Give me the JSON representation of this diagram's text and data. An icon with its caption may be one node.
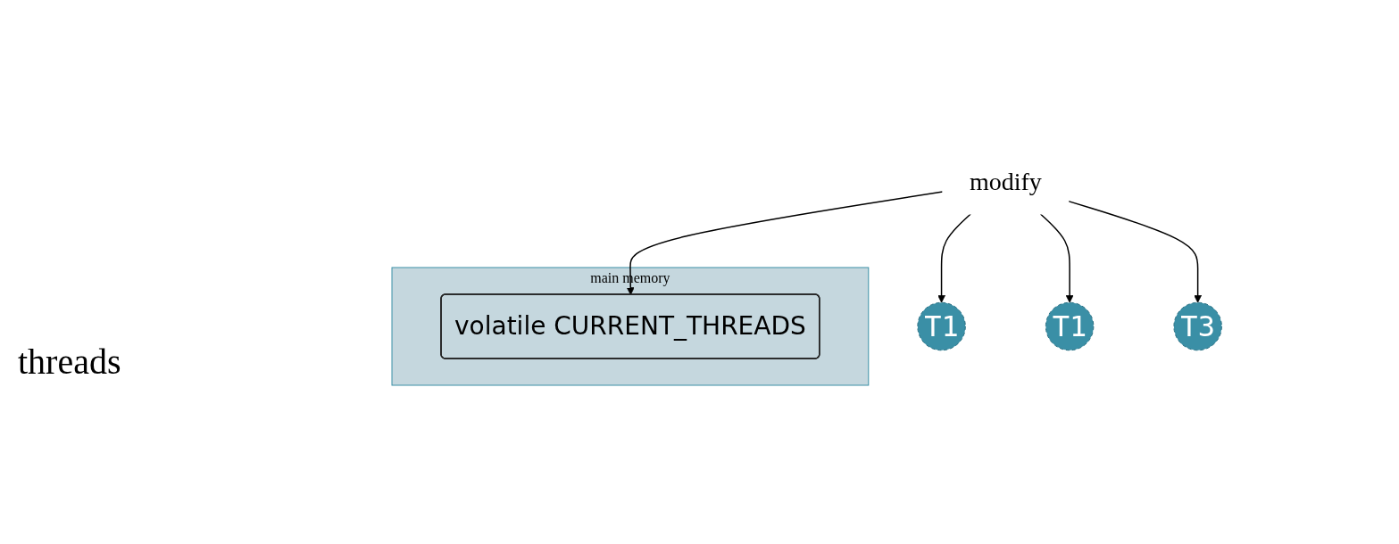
{
  "diagram": {
    "nodes": [
      {
        "text": [
          "main memory"
        ]
      },
      {
        "text": [
          "volatile CURRENT_THREADS"
        ],
        "in": 0
      },
      {
        "text": [
          "modify"
        ]
      },
      {
        "text": [
          "T1"
        ]
      },
      {
        "text": [
          "T1"
        ]
      },
      {
        "text": [
          "T3"
        ]
      }
    ],
    "edges": [
      {
        "from": 2,
        "to": 1,
        "arrow": "to"
      },
      {
        "from": 2,
        "to": 3,
        "arrow": "to"
      },
      {
        "from": 2,
        "to": 4,
        "arrow": "to"
      },
      {
        "from": 2,
        "to": 5,
        "arrow": "to"
      }
    ],
    "labels": [
      "threads"
    ]
  }
}
